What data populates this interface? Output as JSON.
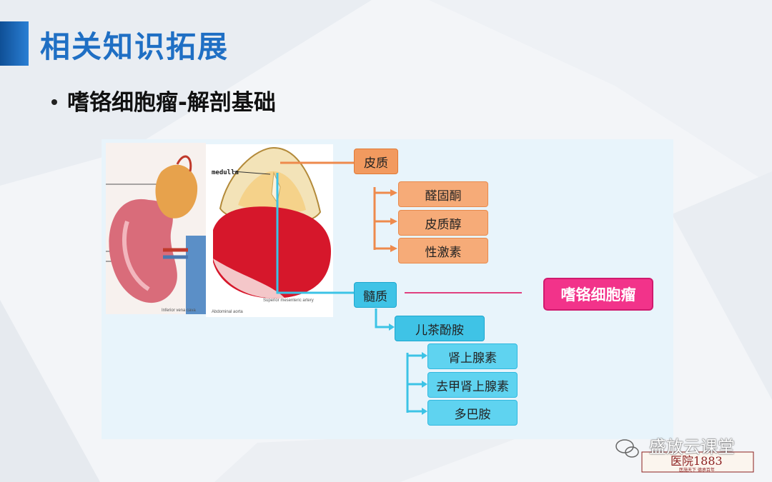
{
  "slide": {
    "title": "相关知识拓展",
    "bullet": "嗜铬细胞瘤-解剖基础"
  },
  "diagram": {
    "medulla_label": "medulla",
    "caption_left": "Inferior vena cava",
    "caption_mid": "Abdominal aorta",
    "caption_right": "Superior mesenteric artery",
    "cortex": {
      "label": "皮质",
      "children": [
        "醛固酮",
        "皮质醇",
        "性激素"
      ]
    },
    "medulla": {
      "label": "髓质",
      "related": "嗜铬细胞瘤",
      "child": {
        "label": "儿茶酚胺",
        "children": [
          "肾上腺素",
          "去甲肾上腺素",
          "多巴胺"
        ]
      }
    },
    "colors": {
      "cortex": "#f29a5f",
      "medulla": "#3fc3e6",
      "tumor": "#f2338a",
      "cortex_line": "#ee8a4c",
      "medulla_line": "#3cc3e6",
      "tumor_line": "#e0407f"
    }
  },
  "watermark": {
    "text": "盛放云课堂",
    "logo": "医院1883",
    "slogan": "医施天下 德承百年",
    "icon": "wechat-icon"
  }
}
